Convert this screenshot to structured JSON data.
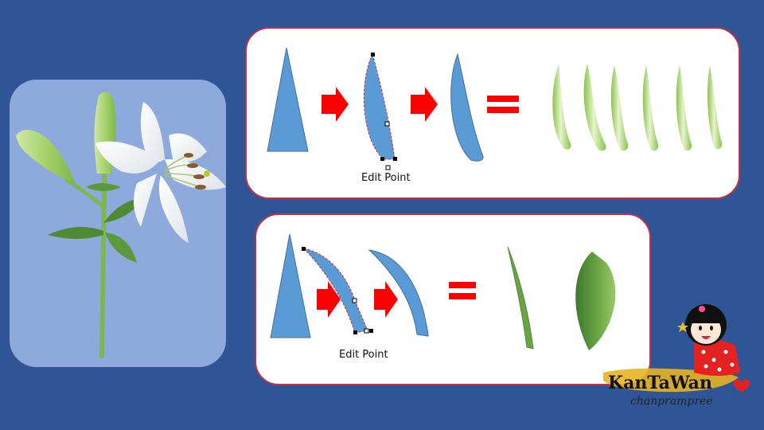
{
  "labels": {
    "edit_point_top": "Edit Point",
    "edit_point_bottom": "Edit Point"
  },
  "logo": {
    "brand": "KanTaWan",
    "sub": "chanprampree"
  },
  "colors": {
    "background": "#2f5597",
    "panel": "#8eaadc",
    "box_border": "#c0304a",
    "shape_blue": "#5b9bd5",
    "arrow_red": "#ff0000",
    "petal_green": "#a9d46a",
    "leaf_green": "#5a9a3a"
  },
  "icons": [
    "arrow-right-icon",
    "equals-icon",
    "lily-illustration",
    "cartoon-girl-logo"
  ]
}
